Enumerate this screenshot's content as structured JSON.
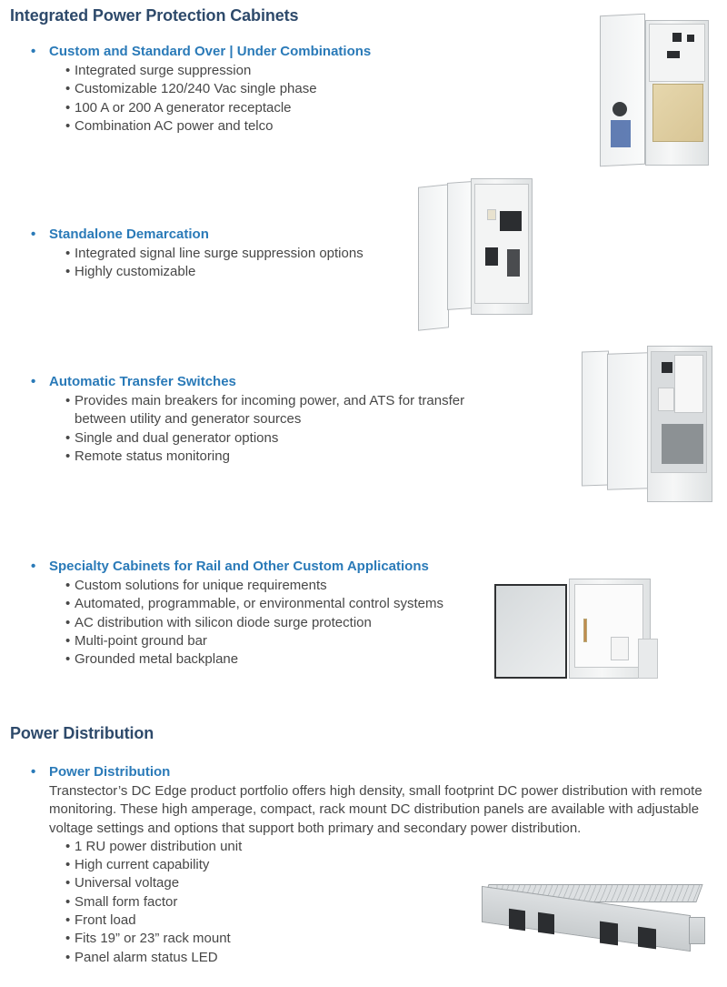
{
  "sections": [
    {
      "title": "Integrated Power Protection Cabinets",
      "items": [
        {
          "heading": "Custom and Standard Over | Under Combinations",
          "bullets": [
            "Integrated surge suppression",
            "Customizable 120/240 Vac single phase",
            "100 A or 200 A generator receptacle",
            "Combination AC power and telco"
          ],
          "image": "outdoor-cabinet-with-door-open"
        },
        {
          "heading": "Standalone Demarcation",
          "bullets": [
            "Integrated signal line surge suppression options",
            "Highly customizable"
          ],
          "image": "wall-mount-demarcation-enclosure"
        },
        {
          "heading": "Automatic Transfer Switches",
          "bullets": [
            "Provides main breakers for incoming power, and ATS for transfer between utility and generator sources",
            "Single and dual generator options",
            "Remote status monitoring"
          ],
          "image": "ats-cabinet-with-door-open"
        },
        {
          "heading": "Specialty Cabinets for Rail and Other Custom Applications",
          "bullets": [
            "Custom solutions for unique requirements",
            "Automated, programmable, or environmental control systems",
            "AC distribution with silicon diode surge protection",
            "Multi-point ground bar",
            "Grounded metal backplane"
          ],
          "image": "specialty-rail-cabinet"
        }
      ]
    },
    {
      "title": "Power Distribution",
      "items": [
        {
          "heading": "Power Distribution",
          "description": "Transtector’s DC Edge product portfolio offers high density, small footprint DC power distribution with remote monitoring. These high amperage, compact, rack mount DC distribution panels are available with adjustable voltage settings and options that support both primary and secondary power distribution.",
          "bullets": [
            "1 RU power distribution unit",
            "High current capability",
            "Universal voltage",
            "Small form factor",
            "Front load",
            "Fits 19” or 23” rack mount",
            "Panel alarm status LED"
          ],
          "image": "1ru-dc-rack-distribution-panel"
        }
      ]
    }
  ],
  "colors": {
    "section_title": "#2e4a6b",
    "item_heading": "#2a7ab8",
    "body_text": "#474747"
  }
}
